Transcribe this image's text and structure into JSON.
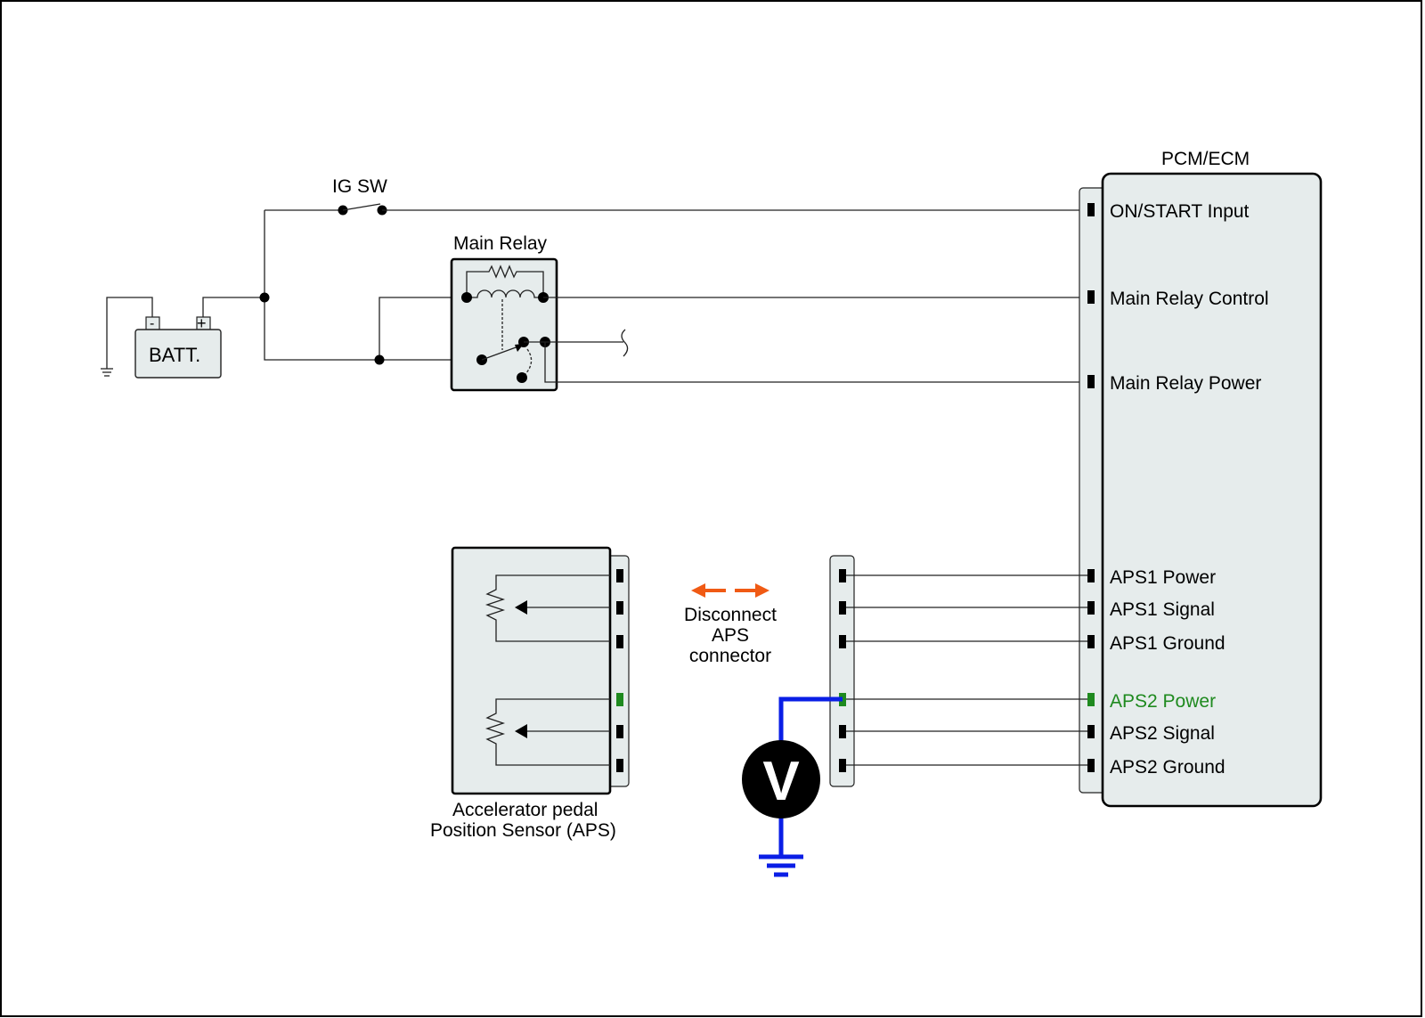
{
  "diagram": {
    "title": "APS2 Power voltage check circuit",
    "battery": {
      "label": "BATT.",
      "neg_symbol": "-",
      "pos_symbol": "+"
    },
    "ig_switch": {
      "label": "IG SW"
    },
    "main_relay": {
      "label": "Main Relay"
    },
    "pcm": {
      "label": "PCM/ECM",
      "pins": [
        {
          "label": "ON/START Input",
          "highlight": false
        },
        {
          "label": "Main Relay Control",
          "highlight": false
        },
        {
          "label": "Main Relay Power",
          "highlight": false
        },
        {
          "label": "APS1 Power",
          "highlight": false
        },
        {
          "label": "APS1 Signal",
          "highlight": false
        },
        {
          "label": "APS1 Ground",
          "highlight": false
        },
        {
          "label": "APS2 Power",
          "highlight": true
        },
        {
          "label": "APS2 Signal",
          "highlight": false
        },
        {
          "label": "APS2 Ground",
          "highlight": false
        }
      ]
    },
    "aps": {
      "label_line1": "Accelerator pedal",
      "label_line2": "Position Sensor (APS)"
    },
    "disconnect_note": {
      "line1": "Disconnect",
      "line2": "APS",
      "line3": "connector"
    },
    "voltmeter": {
      "symbol": "V"
    },
    "colors": {
      "highlight_green": "#1f8a1f",
      "meter_lead_blue": "#0a1ee6",
      "disconnect_arrow_orange": "#f05a14",
      "component_fill": "#e6ecec"
    }
  }
}
